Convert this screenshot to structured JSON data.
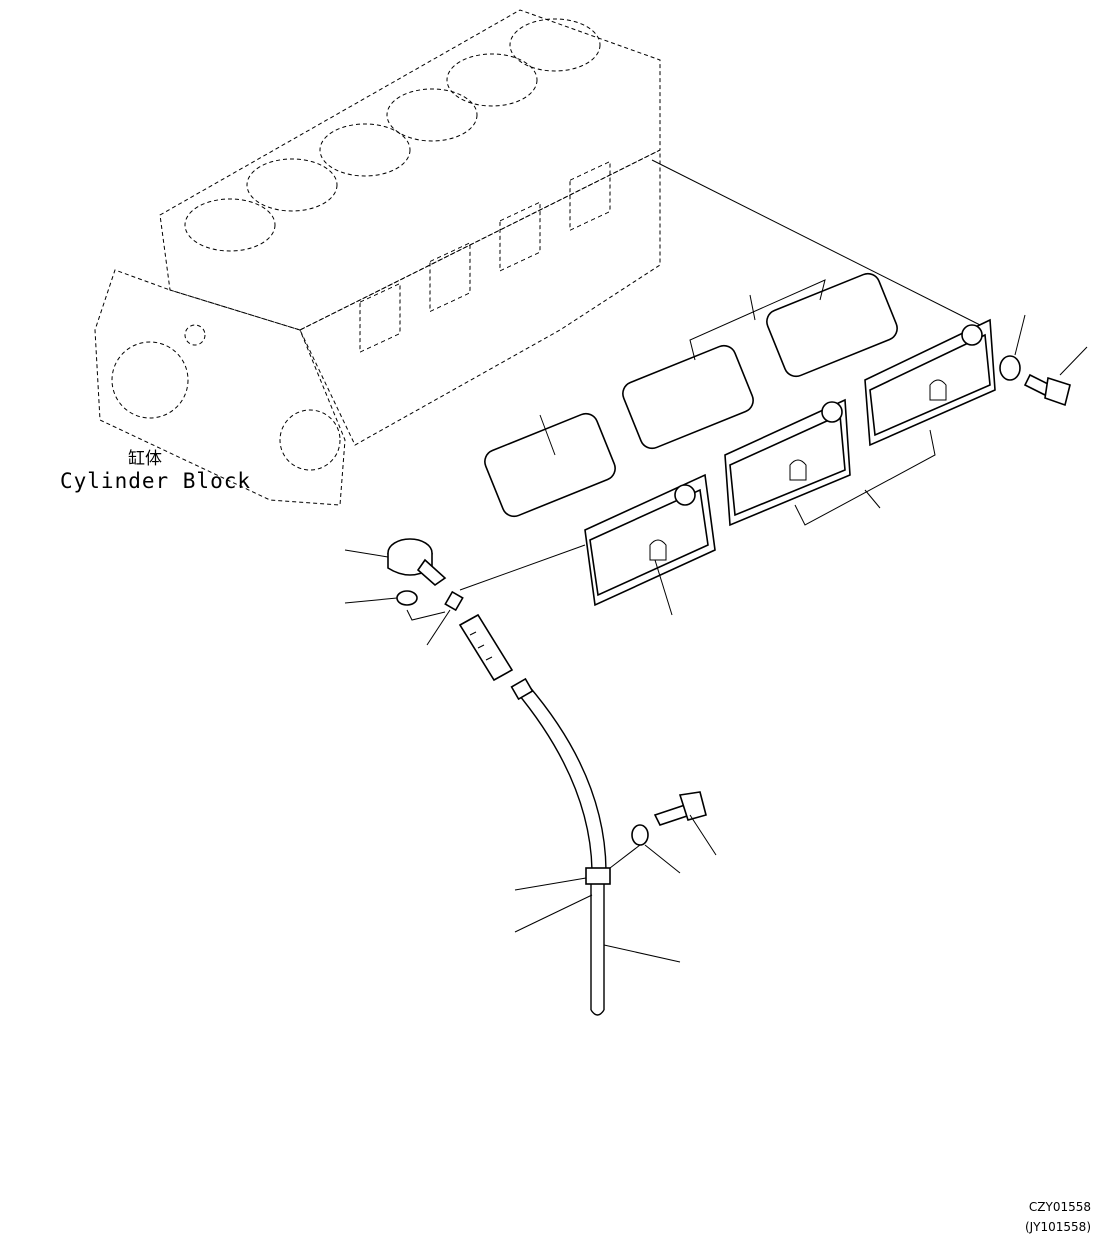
{
  "labels": {
    "block_cn": "缸体",
    "block_en": "Cylinder Block"
  },
  "codes": {
    "drawing_id": "CZY01558",
    "ref_id": "(JY101558)"
  }
}
